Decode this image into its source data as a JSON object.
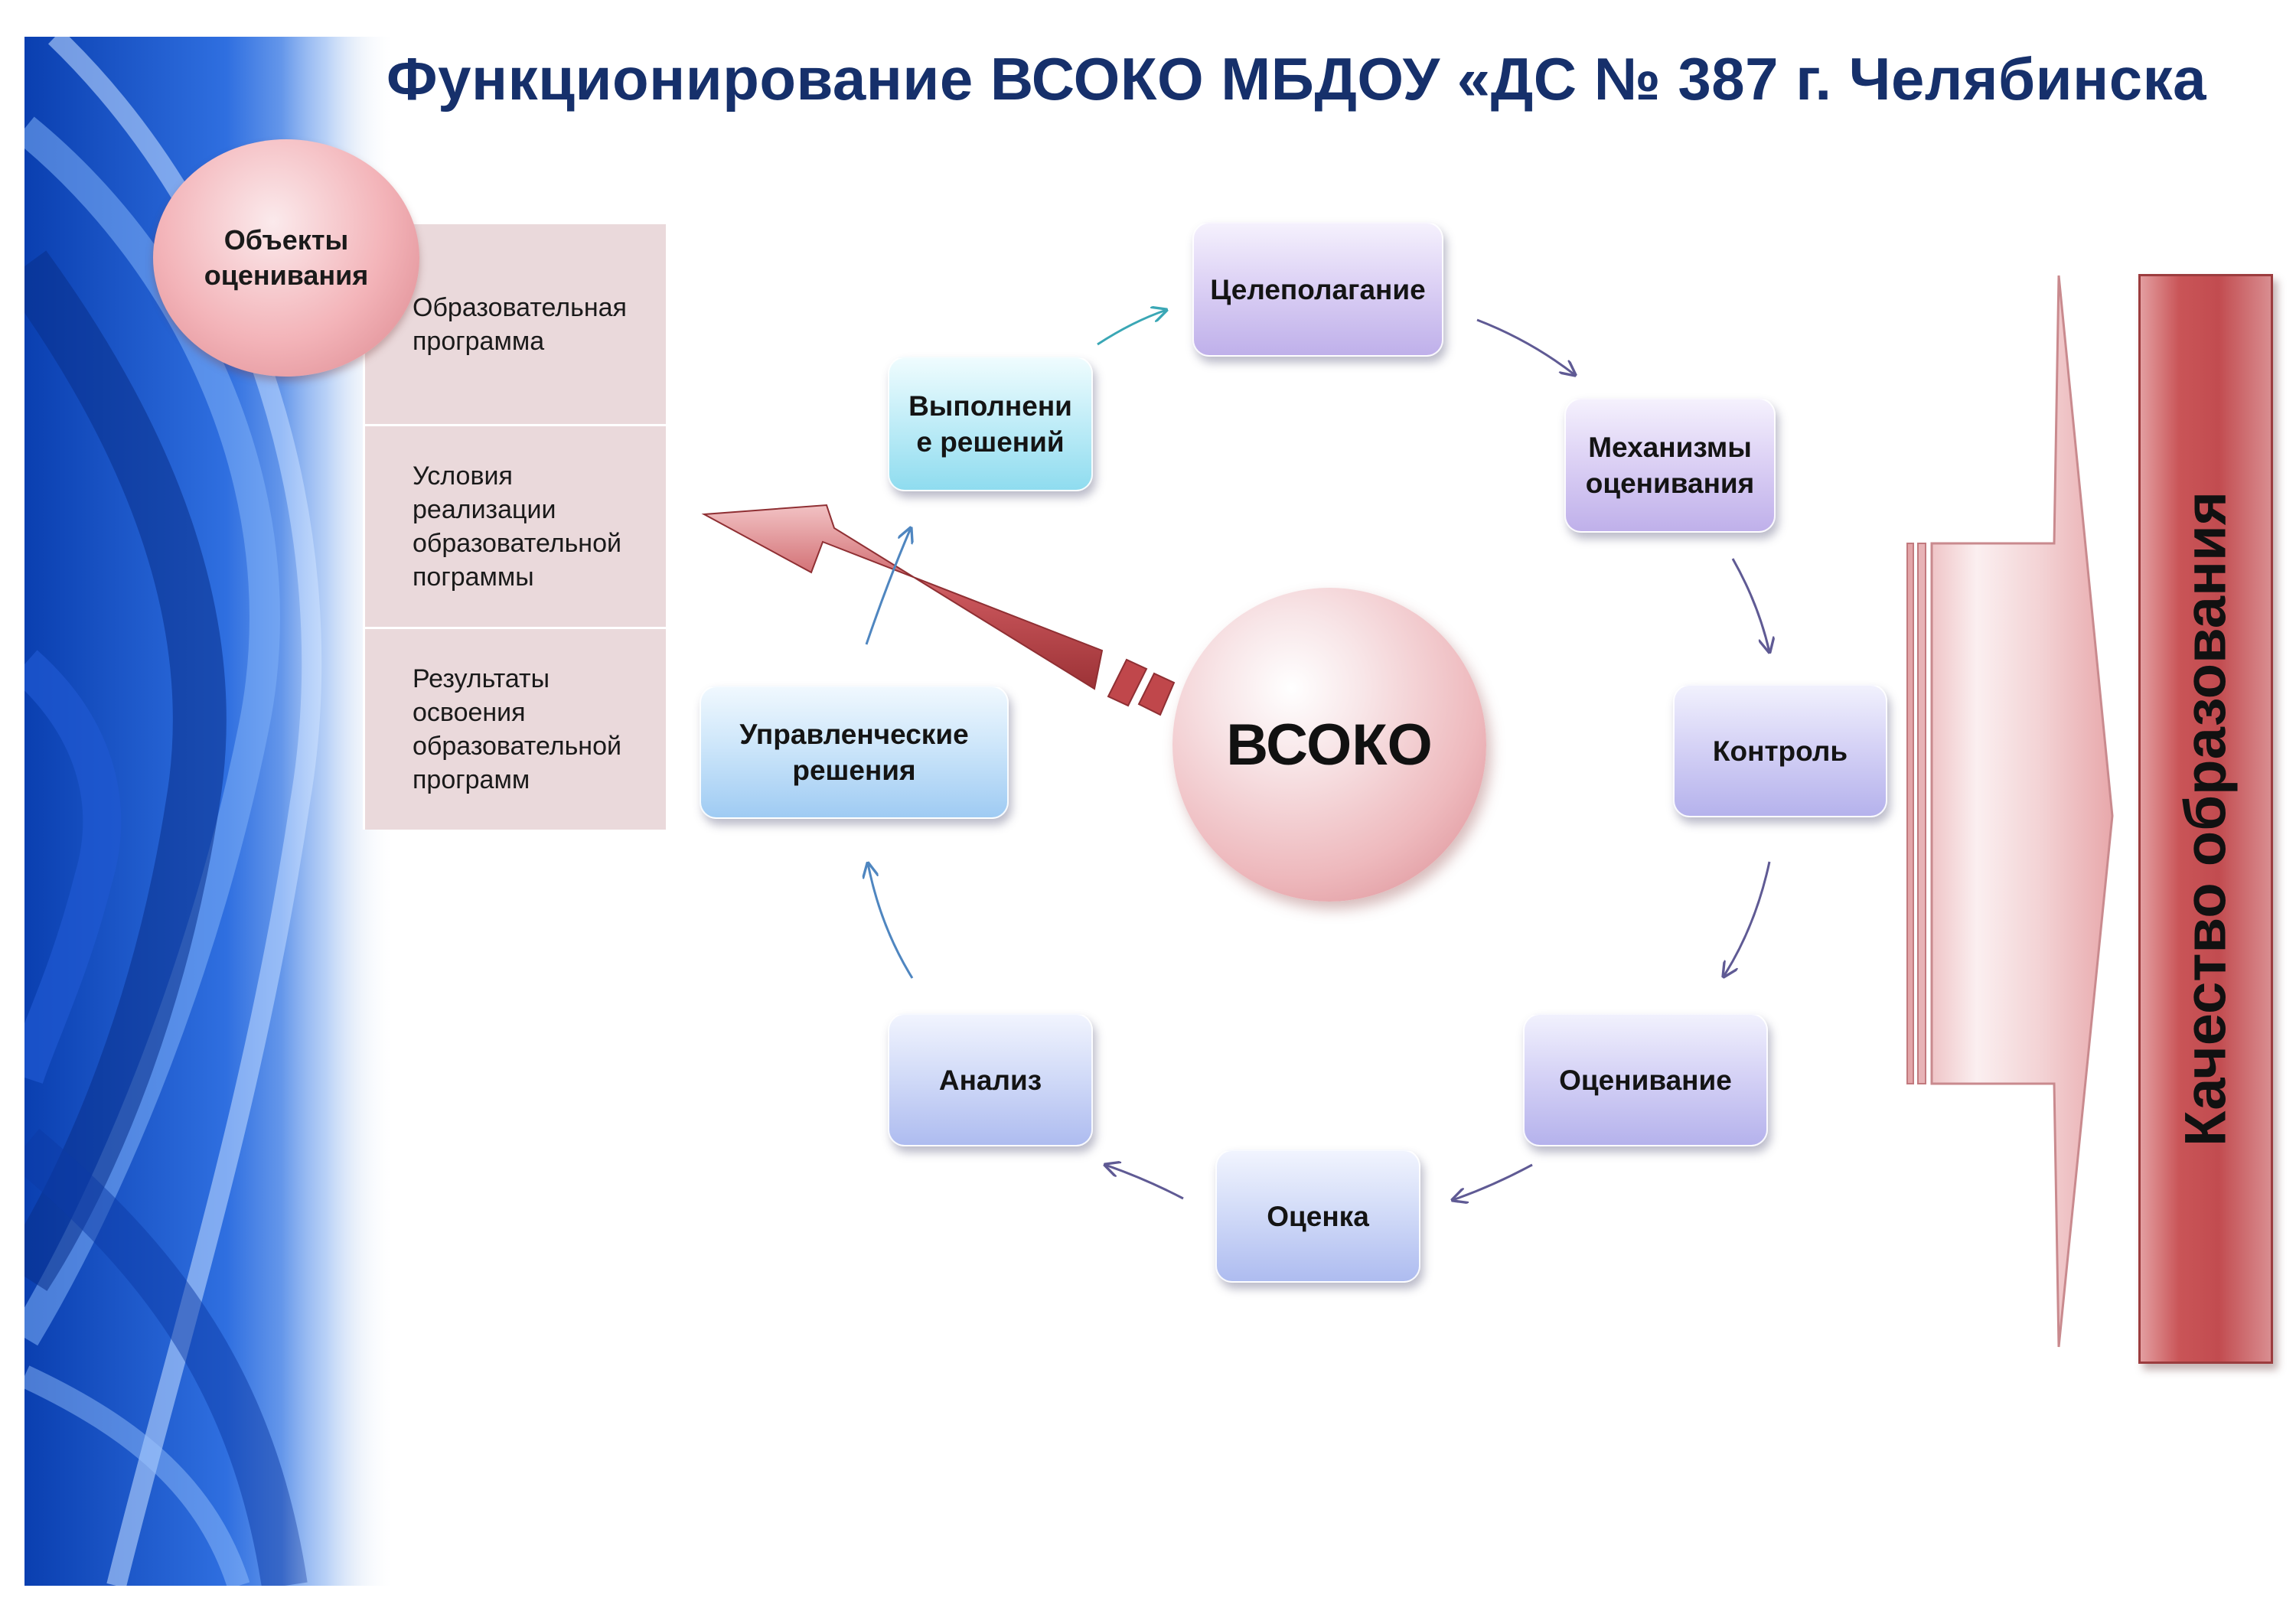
{
  "title": "Функционирование ВСОКО МБДОУ «ДС № 387 г. Челябинска",
  "objects": {
    "heading": "Объекты оценивания",
    "items": [
      "Образовательная программа",
      "Условия реализации образовательной пограммы",
      "Результаты освоения образовательной программ"
    ]
  },
  "center": "ВСОКО",
  "cycle": {
    "goal_setting": "Целеполагание",
    "mechanisms": "Механизмы оценивания",
    "control": "Контроль",
    "evaluating": "Оценивание",
    "assessment": "Оценка",
    "analysis": "Анализ",
    "management": "Управленческие решения",
    "execution": "Выполнени е решений"
  },
  "quality": "Качество образования",
  "colors": {
    "title": "#16306b",
    "objects_bg": "#ead9db",
    "quality_bar": "#c24c50",
    "arrow_red": "#c0474b",
    "cycle_arrow_purple": "#5f5a94",
    "cycle_arrow_teal": "#3aa7b5",
    "cycle_arrow_blue": "#4f86c0"
  }
}
